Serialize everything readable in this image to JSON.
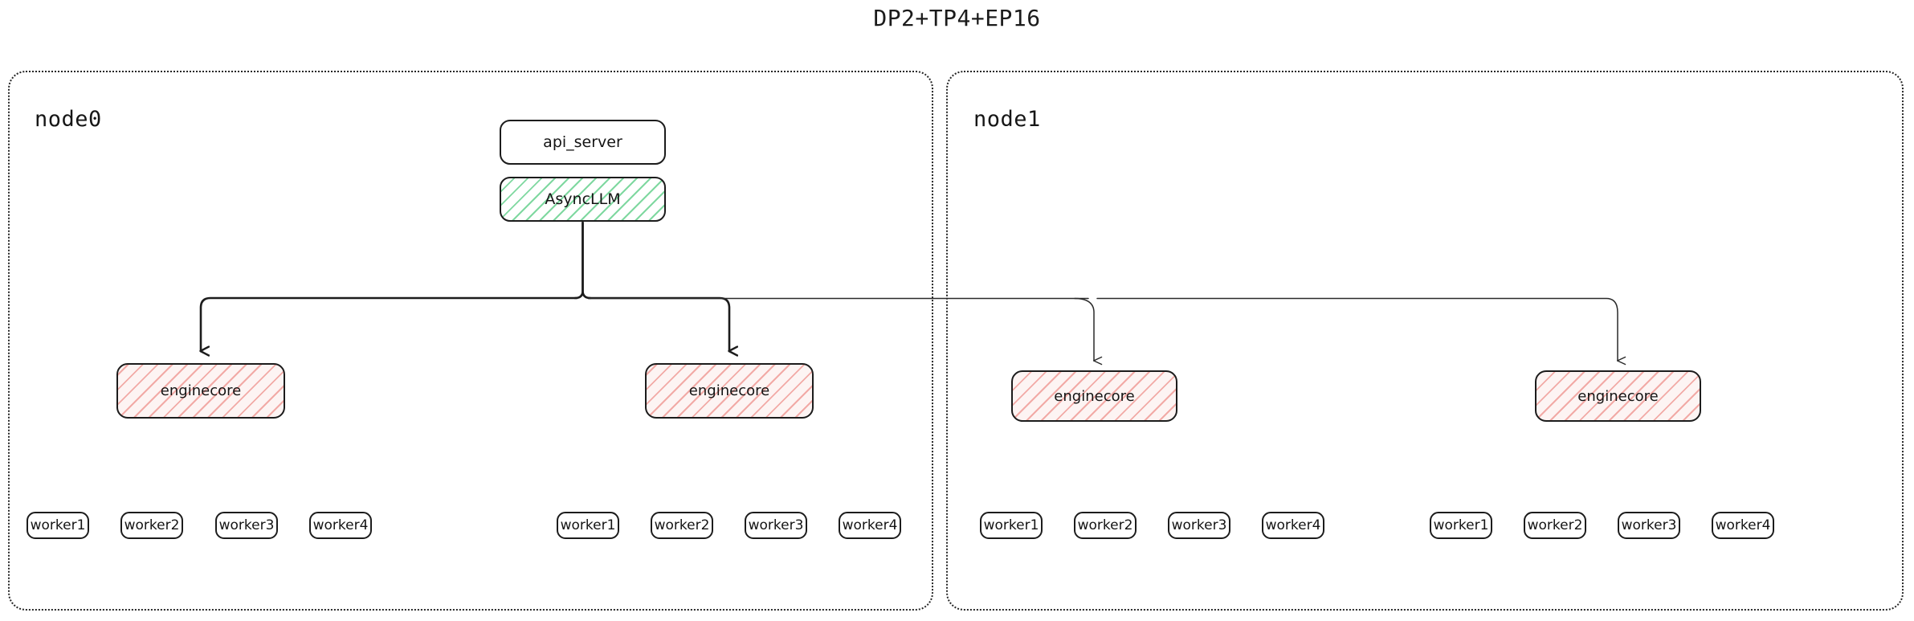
{
  "title": "DP2+TP4+EP16",
  "colors": {
    "stroke": "#1c1c1c",
    "green_hatch": "#7fd8a0",
    "pink_hatch": "#f2aaa6",
    "node_border": "#262626",
    "background": "#ffffff"
  },
  "nodes": [
    {
      "id": "node0",
      "label": "node0",
      "enginecores": [
        {
          "label": "enginecore"
        },
        {
          "label": "enginecore"
        }
      ],
      "worker_groups": [
        {
          "workers": [
            "worker1",
            "worker2",
            "worker3",
            "worker4"
          ]
        },
        {
          "workers": [
            "worker1",
            "worker2",
            "worker3",
            "worker4"
          ]
        }
      ]
    },
    {
      "id": "node1",
      "label": "node1",
      "enginecores": [
        {
          "label": "enginecore"
        },
        {
          "label": "enginecore"
        }
      ],
      "worker_groups": [
        {
          "workers": [
            "worker1",
            "worker2",
            "worker3",
            "worker4"
          ]
        },
        {
          "workers": [
            "worker1",
            "worker2",
            "worker3",
            "worker4"
          ]
        }
      ]
    }
  ],
  "services": {
    "api_server": "api_server",
    "async_llm": "AsyncLLM"
  },
  "chart_data": {
    "type": "diagram",
    "title": "DP2+TP4+EP16",
    "description": "Distributed serving topology: one api_server/AsyncLLM on node0 fans out to four enginecore processes across two nodes; each enginecore owns four workers.",
    "entities": [
      {
        "name": "api_server",
        "kind": "process",
        "node": "node0",
        "fill": "white"
      },
      {
        "name": "AsyncLLM",
        "kind": "process",
        "node": "node0",
        "fill": "green-hatch"
      },
      {
        "name": "enginecore",
        "kind": "process",
        "node": "node0",
        "index": 0,
        "fill": "pink-hatch"
      },
      {
        "name": "enginecore",
        "kind": "process",
        "node": "node0",
        "index": 1,
        "fill": "pink-hatch"
      },
      {
        "name": "enginecore",
        "kind": "process",
        "node": "node1",
        "index": 2,
        "fill": "pink-hatch"
      },
      {
        "name": "enginecore",
        "kind": "process",
        "node": "node1",
        "index": 3,
        "fill": "pink-hatch"
      }
    ],
    "edges": [
      {
        "from": "AsyncLLM",
        "to": "enginecore#0",
        "style": "orthogonal-arrow"
      },
      {
        "from": "AsyncLLM",
        "to": "enginecore#1",
        "style": "orthogonal-arrow"
      },
      {
        "from": "AsyncLLM",
        "to": "enginecore#2",
        "style": "orthogonal-arrow"
      },
      {
        "from": "AsyncLLM",
        "to": "enginecore#3",
        "style": "orthogonal-arrow"
      }
    ],
    "counts": {
      "nodes": 2,
      "enginecores_total": 4,
      "workers_per_enginecore": 4,
      "workers_total": 16
    }
  }
}
